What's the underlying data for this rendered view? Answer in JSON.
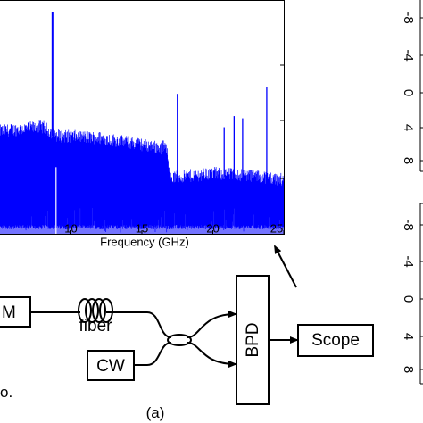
{
  "chart_data": {
    "type": "line",
    "xlabel": "Frequency (GHz)",
    "xlim": [
      5,
      25
    ],
    "x_ticks": [
      "10",
      "15",
      "20",
      "25"
    ],
    "series_color": "#0000ff",
    "spikes": [
      {
        "x": 8.7,
        "level": 1.0
      },
      {
        "x": 17.5,
        "level": 0.63
      },
      {
        "x": 20.8,
        "level": 0.48
      },
      {
        "x": 21.5,
        "level": 0.53
      },
      {
        "x": 22.1,
        "level": 0.52
      },
      {
        "x": 23.8,
        "level": 0.66
      },
      {
        "x": 16.5,
        "level": 0.42
      }
    ],
    "noise_floor": [
      {
        "x": 5.0,
        "level": 0.45
      },
      {
        "x": 8.0,
        "level": 0.47
      },
      {
        "x": 9.0,
        "level": 0.43
      },
      {
        "x": 12.0,
        "level": 0.42
      },
      {
        "x": 15.0,
        "level": 0.39
      },
      {
        "x": 16.8,
        "level": 0.37
      },
      {
        "x": 17.0,
        "level": 0.24
      },
      {
        "x": 20.0,
        "level": 0.26
      },
      {
        "x": 23.0,
        "level": 0.25
      },
      {
        "x": 25.0,
        "level": 0.23
      }
    ]
  },
  "right_axes": {
    "top_ticks": [
      "-8",
      "-4",
      "0",
      "4",
      "8"
    ],
    "bottom_ticks": [
      "-8",
      "-4",
      "0",
      "4",
      "8"
    ]
  },
  "setup": {
    "partial_box_label": "M",
    "fiber_label": "fiber",
    "cw_label": "CW",
    "bpd_label": "BPD",
    "scope_label": "Scope",
    "caption": "(a)",
    "fragment_text": "o."
  }
}
